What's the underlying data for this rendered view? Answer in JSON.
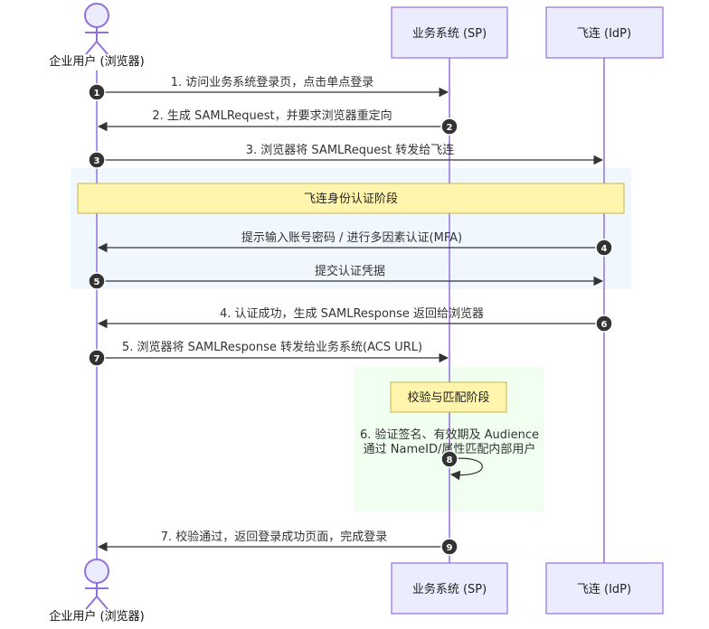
{
  "participants": {
    "user": "企业用户 (浏览器)",
    "sp": "业务系统 (SP)",
    "idp": "飞连 (IdP)"
  },
  "sections": {
    "idp_auth": "飞连身份认证阶段",
    "verify": "校验与匹配阶段"
  },
  "messages": [
    {
      "num": "1",
      "text": "1. 访问业务系统登录页，点击单点登录"
    },
    {
      "num": "2",
      "text": "2. 生成 SAMLRequest，并要求浏览器重定向"
    },
    {
      "num": "3",
      "text": "3. 浏览器将 SAMLRequest 转发给飞连"
    },
    {
      "num": "4",
      "text": "提示输入账号密码 / 进行多因素认证(MFA)"
    },
    {
      "num": "5",
      "text": "提交认证凭据"
    },
    {
      "num": "6",
      "text": "4. 认证成功，生成 SAMLResponse 返回给浏览器"
    },
    {
      "num": "7",
      "text": "5. 浏览器将 SAMLResponse 转发给业务系统(ACS URL)"
    },
    {
      "num": "8",
      "line1": "6. 验证签名、有效期及 Audience",
      "line2": "通过 NameID/属性匹配内部用户"
    },
    {
      "num": "9",
      "text": "7. 校验通过，返回登录成功页面，完成登录"
    }
  ],
  "colors": {
    "lifeline": "#9370DB",
    "participant_fill": "#ECECFF",
    "section_idp_bg": "#F0F7FF",
    "section_verify_bg": "#F0FFF0",
    "note_fill": "#FFF5AD",
    "note_border": "#C8B44A",
    "arrow": "#333333",
    "badge": "#333333"
  }
}
